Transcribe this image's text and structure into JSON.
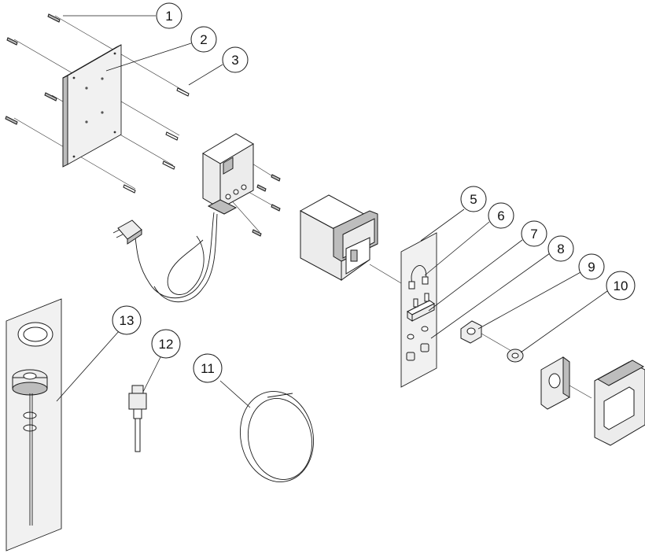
{
  "callouts": [
    {
      "id": "c1",
      "label": "1"
    },
    {
      "id": "c2",
      "label": "2"
    },
    {
      "id": "c3",
      "label": "3"
    },
    {
      "id": "c5",
      "label": "5"
    },
    {
      "id": "c6",
      "label": "6"
    },
    {
      "id": "c7",
      "label": "7"
    },
    {
      "id": "c8",
      "label": "8"
    },
    {
      "id": "c9",
      "label": "9"
    },
    {
      "id": "c10",
      "label": "10"
    },
    {
      "id": "c11",
      "label": "11"
    },
    {
      "id": "c12",
      "label": "12"
    },
    {
      "id": "c13",
      "label": "13"
    }
  ],
  "colors": {
    "line": "#1a1a1a",
    "fill": "#ececec",
    "background": "#ffffff"
  }
}
